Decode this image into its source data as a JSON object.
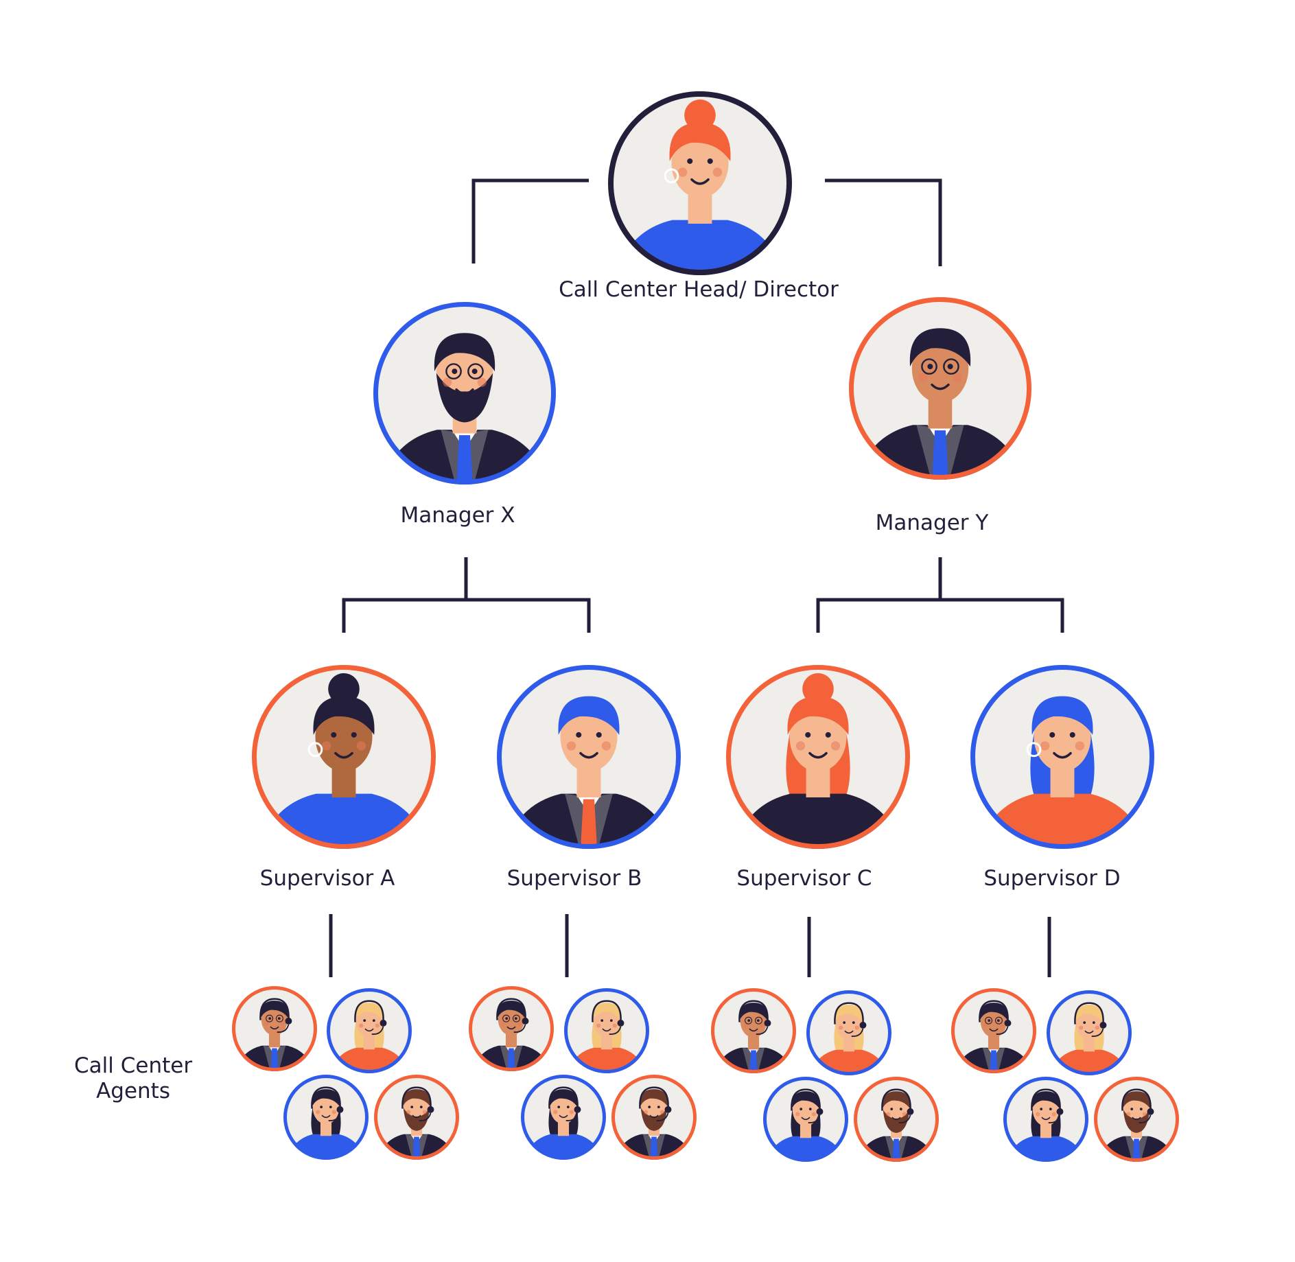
{
  "head": {
    "title": "Call Center Head/ Director",
    "ring": "#231f3a"
  },
  "managers": [
    {
      "title": "Manager X",
      "ring": "#2f5bea"
    },
    {
      "title": "Manager Y",
      "ring": "#f4623a"
    }
  ],
  "supervisors": [
    {
      "title": "Supervisor A",
      "ring": "#f4623a"
    },
    {
      "title": "Supervisor B",
      "ring": "#2f5bea"
    },
    {
      "title": "Supervisor C",
      "ring": "#f4623a"
    },
    {
      "title": "Supervisor D",
      "ring": "#2f5bea"
    }
  ],
  "agents": {
    "title_line1": "Call Center",
    "title_line2": "Agents",
    "per_team": 4
  },
  "colors": {
    "line": "#231f3a",
    "blue": "#2f5bea",
    "orange": "#f4623a",
    "avatar_bg": "#efeeea"
  }
}
